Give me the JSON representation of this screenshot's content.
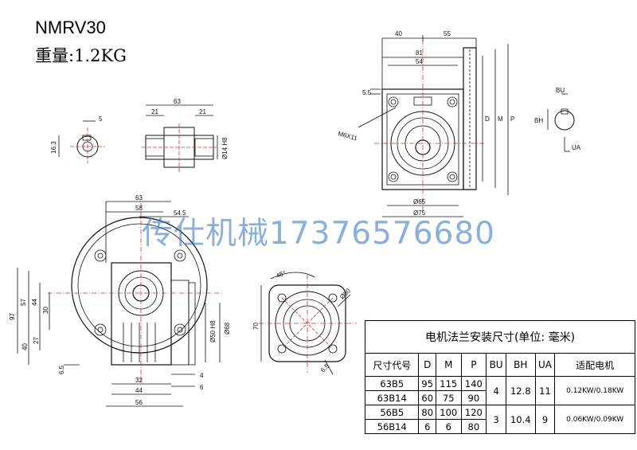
{
  "title": "NMRV30",
  "weight": "重量:1.2KG",
  "watermark": "传仕机械17376576680",
  "dims": {
    "top_40": "40",
    "top_55": "55",
    "top_81": "81",
    "top_54": "54",
    "d": "D",
    "m": "M",
    "p": "P",
    "d55": "5.5",
    "m6x11": "M6X11",
    "d65": "Ø65",
    "d75": "Ø75",
    "bu": "BU",
    "bh": "BH",
    "ua": "UA",
    "shaft_5": "5",
    "shaft_163": "16.3",
    "sleeve_63": "63",
    "sleeve_21a": "21",
    "sleeve_21b": "21",
    "sleeve_14h8": "Ø14 H8",
    "fr_63": "63",
    "fr_58": "58",
    "fr_545": "54.5",
    "fr_97": "97",
    "fr_57": "57",
    "fr_44": "44",
    "fr_30": "30",
    "fr_27": "27",
    "fr_40": "40",
    "fr_65": "6.5",
    "fr_32": "32",
    "fr_44b": "44",
    "fr_56": "56",
    "fr_50h8": "Ø50 H8",
    "fr_68": "Ø68",
    "fr_4": "4",
    "fr_6": "6",
    "fl_45": "45°",
    "fl_80": "Ø80",
    "fl_70": "70",
    "fl_65": "6.5"
  },
  "table": {
    "caption": "电机法兰安装尺寸(单位: 毫米)",
    "headers": [
      "尺寸代号",
      "D",
      "M",
      "P",
      "BU",
      "BH",
      "UA",
      "适配电机"
    ],
    "rows": [
      {
        "code": "63B5",
        "D": "95",
        "M": "115",
        "P": "140"
      },
      {
        "code": "63B14",
        "D": "60",
        "M": "75",
        "P": "90"
      },
      {
        "code": "56B5",
        "D": "80",
        "M": "100",
        "P": "120"
      },
      {
        "code": "56B14",
        "D": "6",
        "M": "6",
        "P": "80"
      }
    ],
    "groups": [
      {
        "BU": "4",
        "BH": "12.8",
        "UA": "11",
        "motor": "0.12KW/0.18KW"
      },
      {
        "BU": "3",
        "BH": "10.4",
        "UA": "9",
        "motor": "0.06KW/0.09KW"
      }
    ]
  }
}
